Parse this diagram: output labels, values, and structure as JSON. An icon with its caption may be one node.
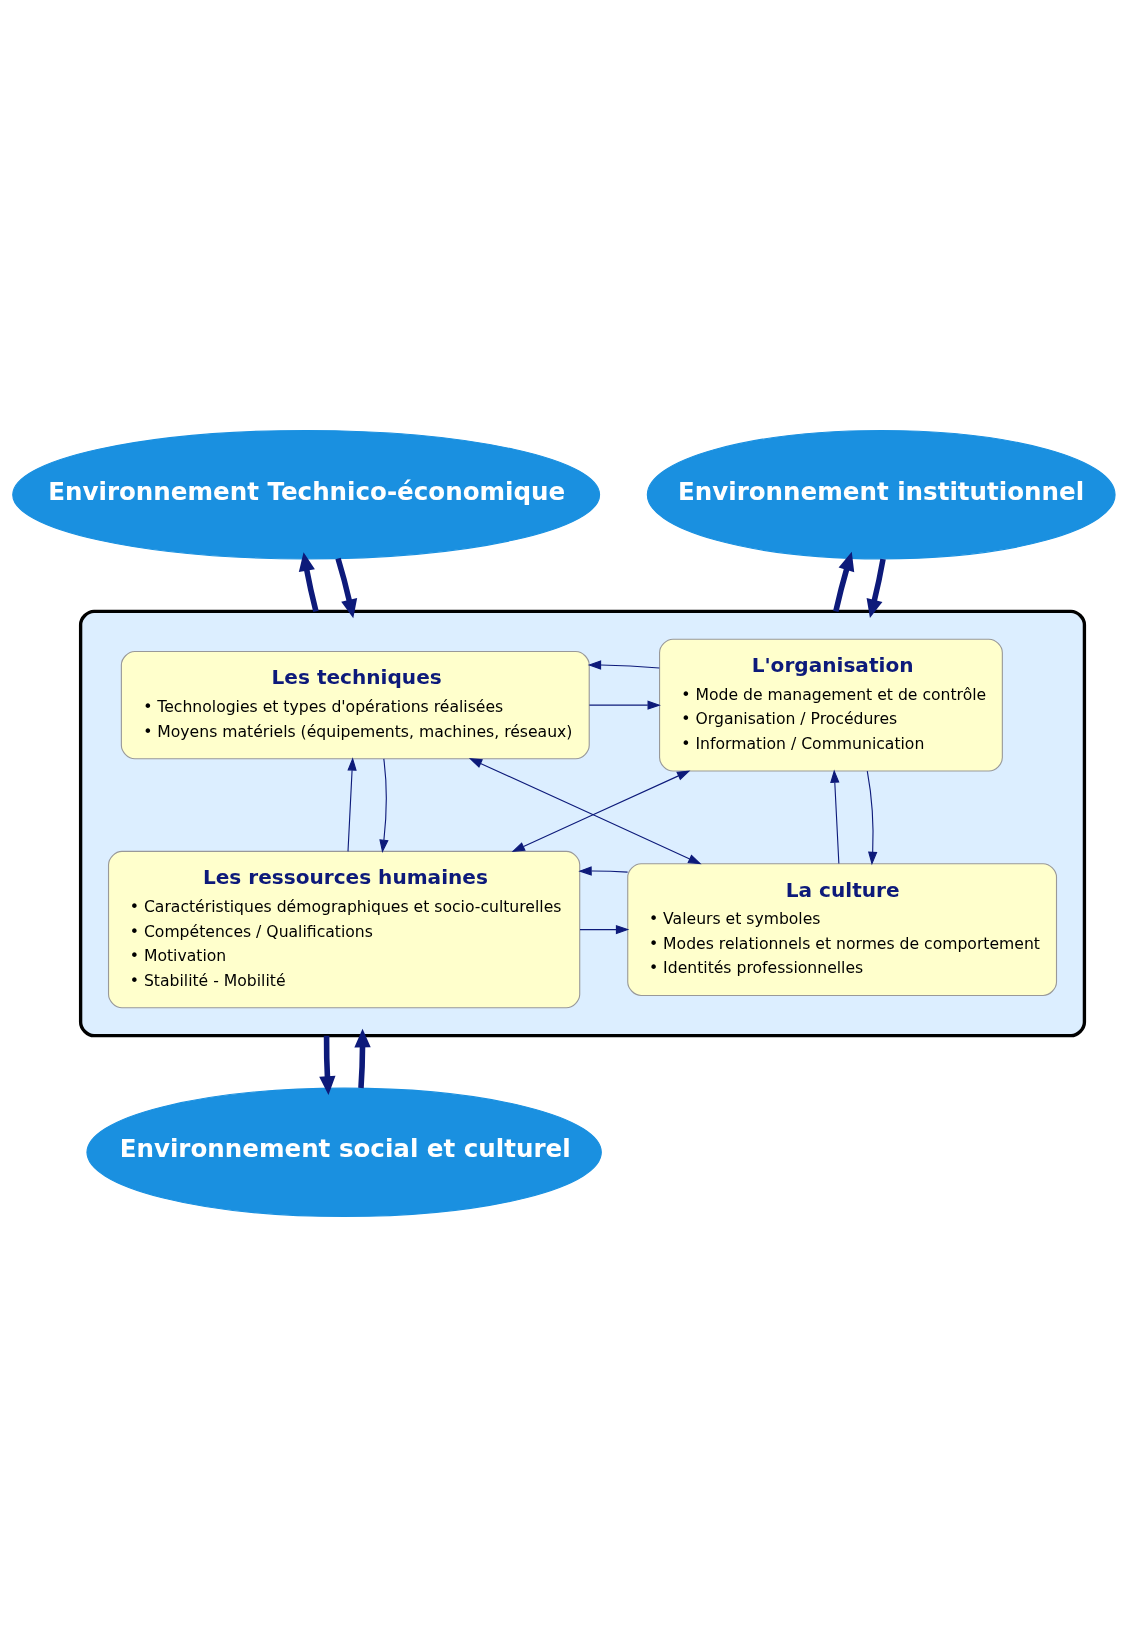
{
  "diagram": {
    "nodes": [
      {
        "text": [
          "Environnement Technico-économique"
        ]
      },
      {
        "text": [
          "Environnement institutionnel"
        ]
      },
      {
        "text": [],
        "shape": "box"
      },
      {
        "text": [
          "Les techniques",
          "• Technologies et types d'opérations réalisées",
          "• Moyens matériels (équipements, machines, réseaux)"
        ],
        "in": 2
      },
      {
        "text": [
          "L'organisation",
          "• Mode de management et de contrôle",
          "• Organisation / Procédures",
          "• Information / Communication"
        ],
        "in": 2
      },
      {
        "text": [
          "Les ressources humaines",
          "• Caractéristiques démographiques et socio-culturelles",
          "• Compétences / Qualifications",
          "• Motivation",
          "• Stabilité - Mobilité"
        ],
        "in": 2
      },
      {
        "text": [
          "La culture",
          "• Valeurs et symboles",
          "• Modes relationnels et normes de comportement",
          "• Identités professionnelles"
        ],
        "in": 2
      },
      {
        "text": [
          "Environnement social et culturel"
        ]
      }
    ],
    "edges": [
      {
        "from": 0,
        "to": 2,
        "arrow": "to",
        "style": "thick"
      },
      {
        "from": 2,
        "to": 0,
        "arrow": "to",
        "style": "thick"
      },
      {
        "from": 1,
        "to": 2,
        "arrow": "to",
        "style": "thick"
      },
      {
        "from": 2,
        "to": 1,
        "arrow": "to",
        "style": "thick"
      },
      {
        "from": 3,
        "to": 4,
        "arrow": "to"
      },
      {
        "from": 4,
        "to": 3,
        "arrow": "to"
      },
      {
        "from": 5,
        "to": 3,
        "arrow": "to"
      },
      {
        "from": 3,
        "to": 5,
        "arrow": "to"
      },
      {
        "from": 6,
        "to": 4,
        "arrow": "to"
      },
      {
        "from": 4,
        "to": 6,
        "arrow": "to"
      },
      {
        "from": 3,
        "to": 6,
        "arrow": "both"
      },
      {
        "from": 4,
        "to": 5,
        "arrow": "both"
      },
      {
        "from": 5,
        "to": 6,
        "arrow": "to"
      },
      {
        "from": 6,
        "to": 5,
        "arrow": "to"
      },
      {
        "from": 2,
        "to": 7,
        "arrow": "to",
        "style": "thick"
      },
      {
        "from": 7,
        "to": 2,
        "arrow": "to",
        "style": "thick"
      }
    ]
  }
}
